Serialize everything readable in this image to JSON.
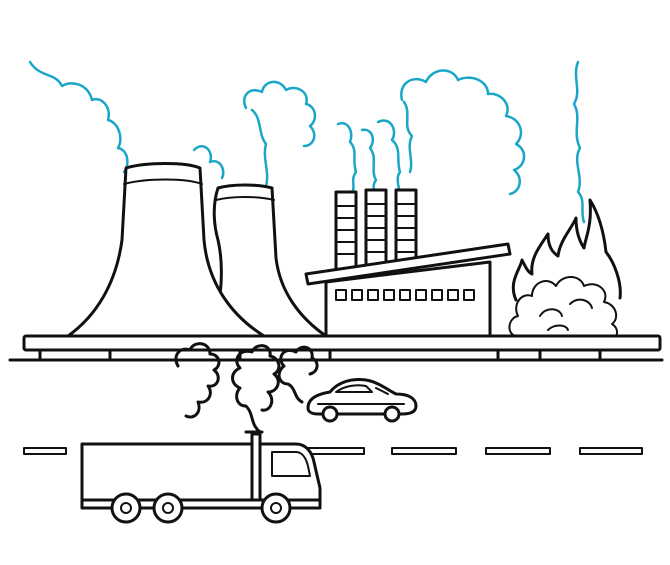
{
  "scene": {
    "line_color": "#111111",
    "smoke_color": "#1aa6c8",
    "background": "#ffffff",
    "elements": [
      "cooling-tower",
      "factory",
      "chimney",
      "fire",
      "smoke",
      "car",
      "truck",
      "road"
    ]
  }
}
